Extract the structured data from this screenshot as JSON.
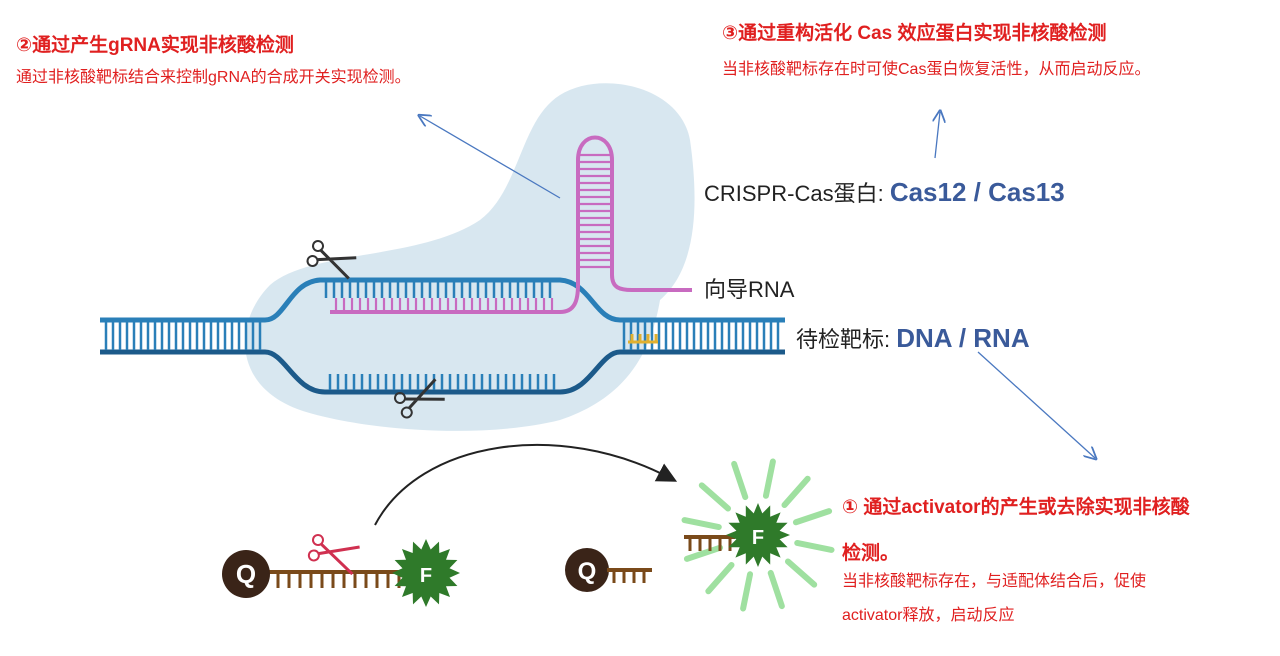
{
  "annotations": {
    "gRNA": {
      "title": "②通过产生gRNA实现非核酸检测",
      "body": "通过非核酸靶标结合来控制gRNA的合成开关实现检测。"
    },
    "cas_activation": {
      "title": "③通过重构活化 Cas 效应蛋白实现非核酸检测",
      "body": "当非核酸靶标存在时可使Cas蛋白恢复活性，从而启动反应。"
    },
    "activator": {
      "title_line1": "① 通过activator的产生或去除实现非核酸",
      "title_line2": "检测。",
      "body_line1": "当非核酸靶标存在，与适配体结合后，促使",
      "body_line2": "activator释放，启动反应"
    }
  },
  "labels": {
    "crispr_prefix": "CRISPR-Cas蛋白:",
    "crispr_value": "Cas12 / Cas13",
    "guide_rna": "向导RNA",
    "target_prefix": "待检靶标:",
    "target_value": "DNA / RNA"
  },
  "reporter": {
    "quencher": "Q",
    "fluorophore": "F"
  },
  "colors": {
    "accent_red": "#e02020",
    "dna_blue": "#2a7fb8",
    "dna_dark": "#1c5a8a",
    "guide_pink": "#c86bc0",
    "protein_blob": "#d6e6ef",
    "fluor_green": "#2f7a2a",
    "glow_green": "#9fe0a0",
    "reporter_brown": "#7a4a1a",
    "quencher_dark": "#3a2418",
    "arrow_blue": "#4a78c0"
  },
  "icons": [
    "scissors-icon",
    "quencher-icon",
    "fluorophore-icon",
    "arrow-icon"
  ]
}
